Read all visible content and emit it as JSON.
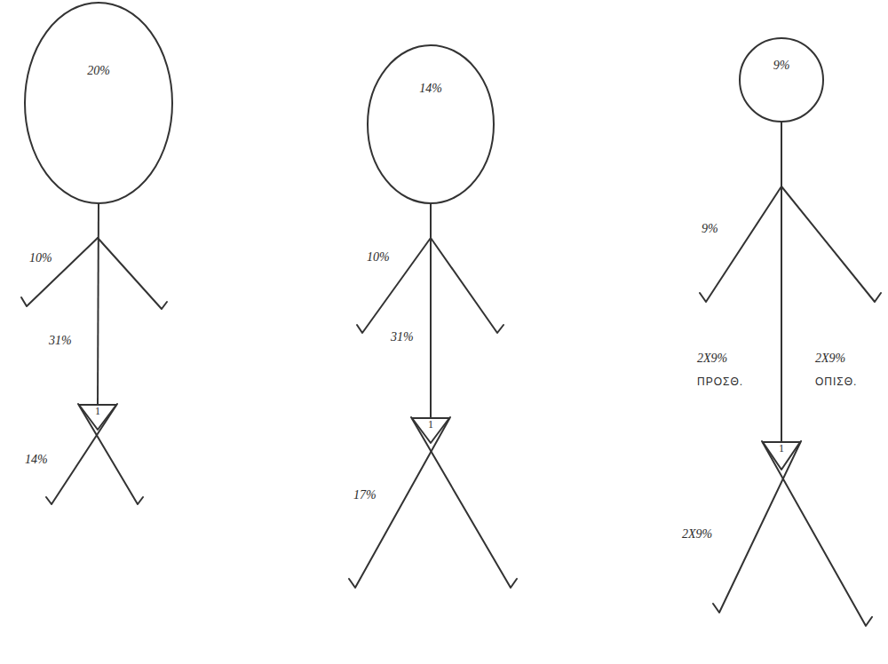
{
  "diagram": {
    "nodes": [
      {
        "text": [
          "20%"
        ]
      },
      {
        "text": [
          "1"
        ]
      },
      {
        "text": [
          "14%"
        ]
      },
      {
        "text": [
          "1"
        ]
      },
      {
        "text": [
          "9%"
        ]
      },
      {
        "text": [
          "1"
        ]
      }
    ],
    "edges": [
      {
        "from": 0,
        "to": 1,
        "arrow": "none"
      },
      {
        "from": 2,
        "to": 3,
        "arrow": "none"
      },
      {
        "from": 4,
        "to": 5,
        "arrow": "none"
      }
    ],
    "labels": [
      "10%",
      "31%",
      "14%",
      "10%",
      "31%",
      "17%",
      "9%",
      "2X9%",
      "ΠΡΟΣΘ.",
      "2X9%",
      "ΟΠΙΣΘ.",
      "2X9%"
    ]
  }
}
